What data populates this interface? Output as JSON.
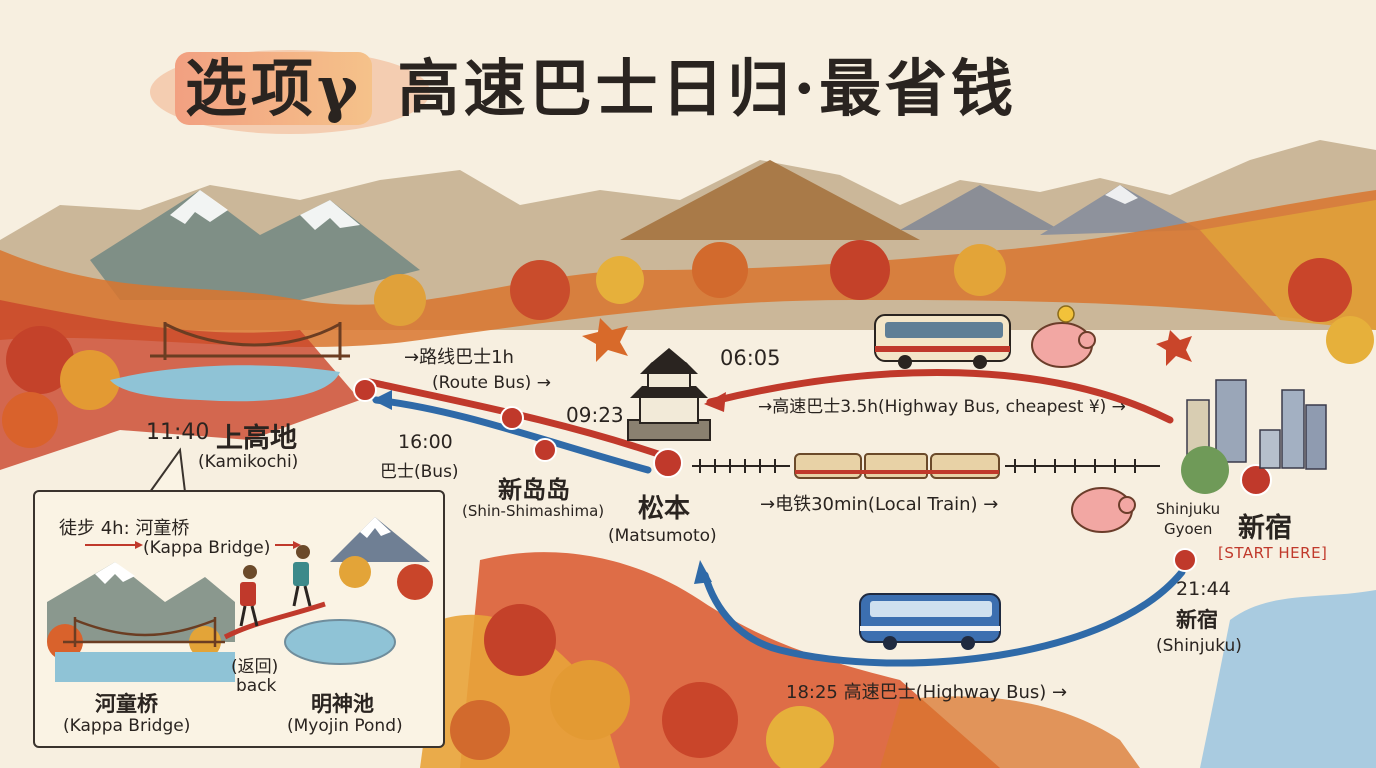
{
  "title": {
    "prefix": "选项γ",
    "main": "高速巴士日归·最省钱"
  },
  "colors": {
    "outbound": "#c0392b",
    "return": "#2f6aa8",
    "start_tag": "#c0392b"
  },
  "places": {
    "kamikochi": {
      "time": "11:40",
      "name": "上高地",
      "en": "(Kamikochi)"
    },
    "shinshimashima": {
      "name": "新岛岛",
      "en": "(Shin-Shimashima)"
    },
    "matsumoto": {
      "name": "松本",
      "en": "(Matsumoto)"
    },
    "shinjuku_gyoen": {
      "line1": "Shinjuku",
      "line2": "Gyoen"
    },
    "shinjuku_start": {
      "name": "新宿",
      "tag": "[START HERE]"
    },
    "shinjuku_end": {
      "time": "21:44",
      "name": "新宿",
      "en": "(Shinjuku)"
    }
  },
  "routes": {
    "route_bus": {
      "label": "→路线巴士1h",
      "en": "(Route Bus) →"
    },
    "time_0923": "09:23",
    "time_0605": "06:05",
    "highway_out": "→高速巴士3.5h(Highway Bus, cheapest ¥) →",
    "bus_return": {
      "time": "16:00",
      "label": "巴士(Bus)"
    },
    "local_train": "→电铁30min(Local Train) →",
    "highway_back": "18:25 高速巴士(Highway Bus) →"
  },
  "hike": {
    "walk_label": "徒步 4h: 河童桥",
    "walk_en": "(Kappa Bridge)",
    "back_cn": "(返回)",
    "back_en": "back",
    "kappa_cn": "河童桥",
    "kappa_en": "(Kappa Bridge)",
    "myojin_cn": "明神池",
    "myojin_en": "(Myojin Pond)"
  },
  "icons": [
    "castle-icon",
    "bus-icon",
    "piggy-bank-icon",
    "coin-icon",
    "train-icon",
    "skyline-icon",
    "bridge-icon",
    "hiker-icon",
    "maple-leaf-icon",
    "mountain-icon",
    "tree-icon"
  ]
}
